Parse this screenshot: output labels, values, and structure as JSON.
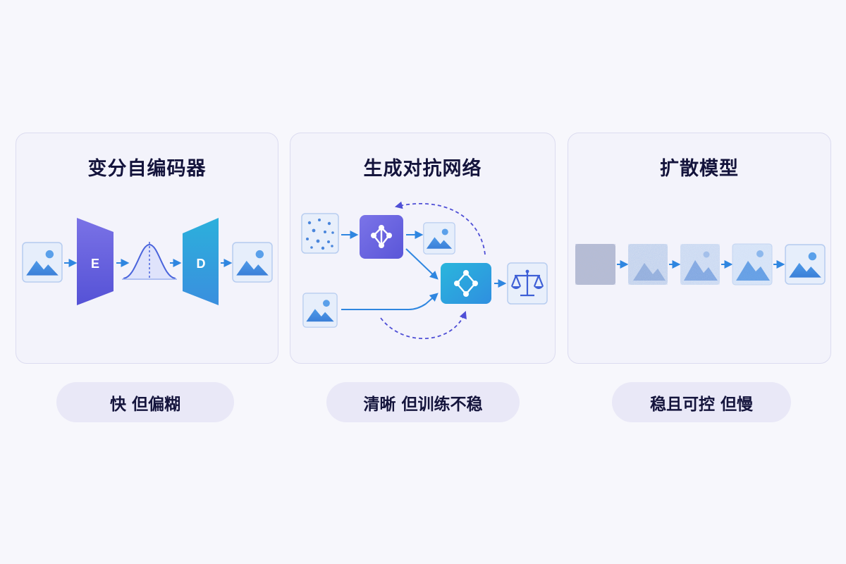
{
  "panels": {
    "vae": {
      "title": "变分自编码器",
      "encoder_label": "E",
      "decoder_label": "D",
      "summary": "快 但偏糊"
    },
    "gan": {
      "title": "生成对抗网络",
      "summary": "清晰 但训练不稳"
    },
    "diffusion": {
      "title": "扩散模型",
      "summary": "稳且可控 但慢"
    }
  },
  "icons": {
    "image": "image-icon",
    "bell_curve": "gaussian-curve-icon",
    "network": "network-icon",
    "noise": "noise-icon",
    "scale": "scale-icon"
  },
  "colors": {
    "accent_blue": "#2f86e0",
    "encoder_purple": "#6a67de",
    "decoder_teal": "#25a4d6",
    "title": "#14143c",
    "pill_bg": "#e9e8f7"
  }
}
